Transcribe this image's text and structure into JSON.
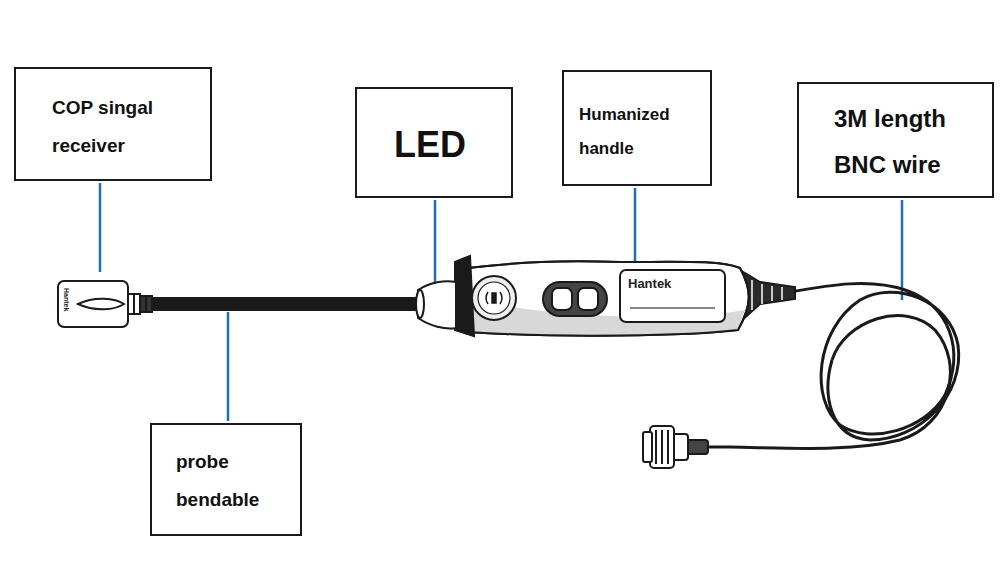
{
  "diagram": {
    "nodes": [
      {
        "text": [
          "COP singal receiver"
        ]
      },
      {
        "text": [
          "LED"
        ]
      },
      {
        "text": [
          "Humanized handle"
        ]
      },
      {
        "text": [
          "3M length BNC wire"
        ]
      },
      {
        "text": [
          "probe bendable"
        ]
      }
    ],
    "labels": [
      "Hantek",
      "Hantek"
    ]
  }
}
